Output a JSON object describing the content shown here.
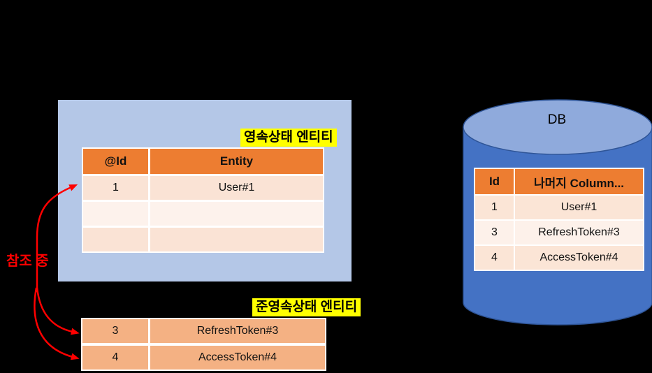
{
  "labels": {
    "persistent": "영속상태 엔티티",
    "detached": "준영속상태 엔티티",
    "referencing": "참조 중"
  },
  "persistence_table": {
    "headers": [
      "@Id",
      "Entity"
    ],
    "rows": [
      [
        "1",
        "User#1"
      ],
      [
        "",
        ""
      ],
      [
        "",
        ""
      ]
    ]
  },
  "detached_table": {
    "rows": [
      [
        "3",
        "RefreshToken#3"
      ],
      [
        "4",
        "AccessToken#4"
      ]
    ]
  },
  "db": {
    "title": "DB",
    "table": {
      "headers": [
        "Id",
        "나머지 Column..."
      ],
      "rows": [
        [
          "1",
          "User#1"
        ],
        [
          "3",
          "RefreshToken#3"
        ],
        [
          "4",
          "AccessToken#4"
        ]
      ]
    }
  },
  "colors": {
    "background": "#000000",
    "context_box_blue": "#B4C7E7",
    "cylinder_body_blue": "#4472C4",
    "cylinder_top_blue": "#8FAADC",
    "cylinder_outline": "#2F5597",
    "table_header_orange": "#ED7D31",
    "row_pink": "#FBE5D6",
    "row_pink_light": "#FDF2EC",
    "detached_row_orange": "#F4B183",
    "highlight_yellow": "#FFFF00",
    "arrow_red": "#FF0000"
  }
}
